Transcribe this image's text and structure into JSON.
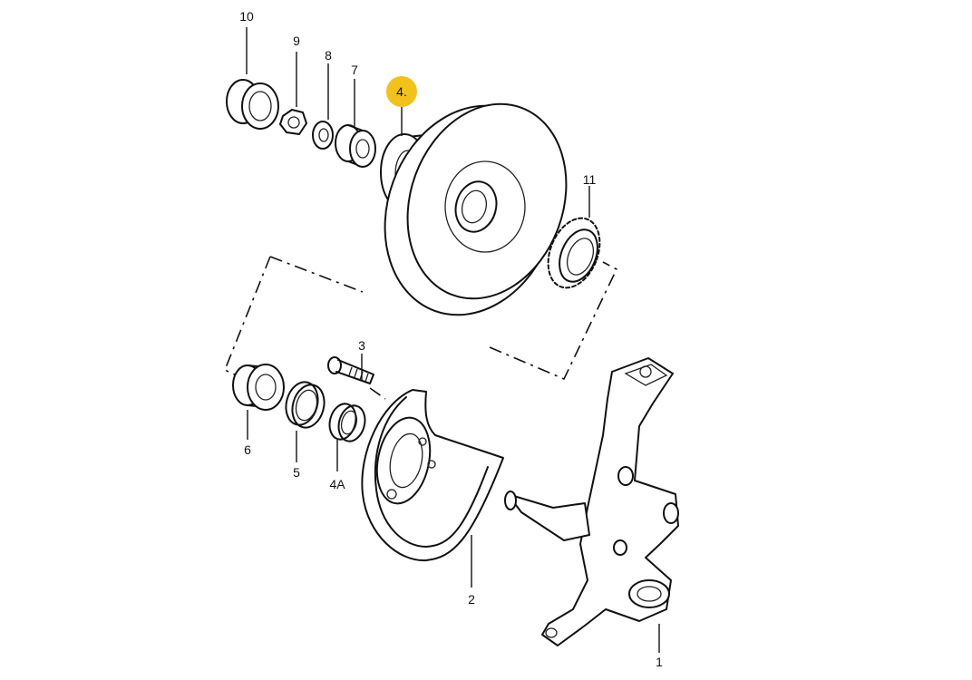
{
  "diagram": {
    "colors": {
      "line": "#111111",
      "highlight": "#f2c21b",
      "background": "#ffffff"
    },
    "parts": [
      {
        "id": "p1",
        "label": "1"
      },
      {
        "id": "p2",
        "label": "2"
      },
      {
        "id": "p3",
        "label": "3"
      },
      {
        "id": "p4",
        "label": "4.",
        "highlighted": true
      },
      {
        "id": "p4a",
        "label": "4A"
      },
      {
        "id": "p5",
        "label": "5"
      },
      {
        "id": "p6",
        "label": "6"
      },
      {
        "id": "p7",
        "label": "7"
      },
      {
        "id": "p8",
        "label": "8"
      },
      {
        "id": "p9",
        "label": "9"
      },
      {
        "id": "p10",
        "label": "10"
      },
      {
        "id": "p11",
        "label": "11"
      }
    ]
  }
}
